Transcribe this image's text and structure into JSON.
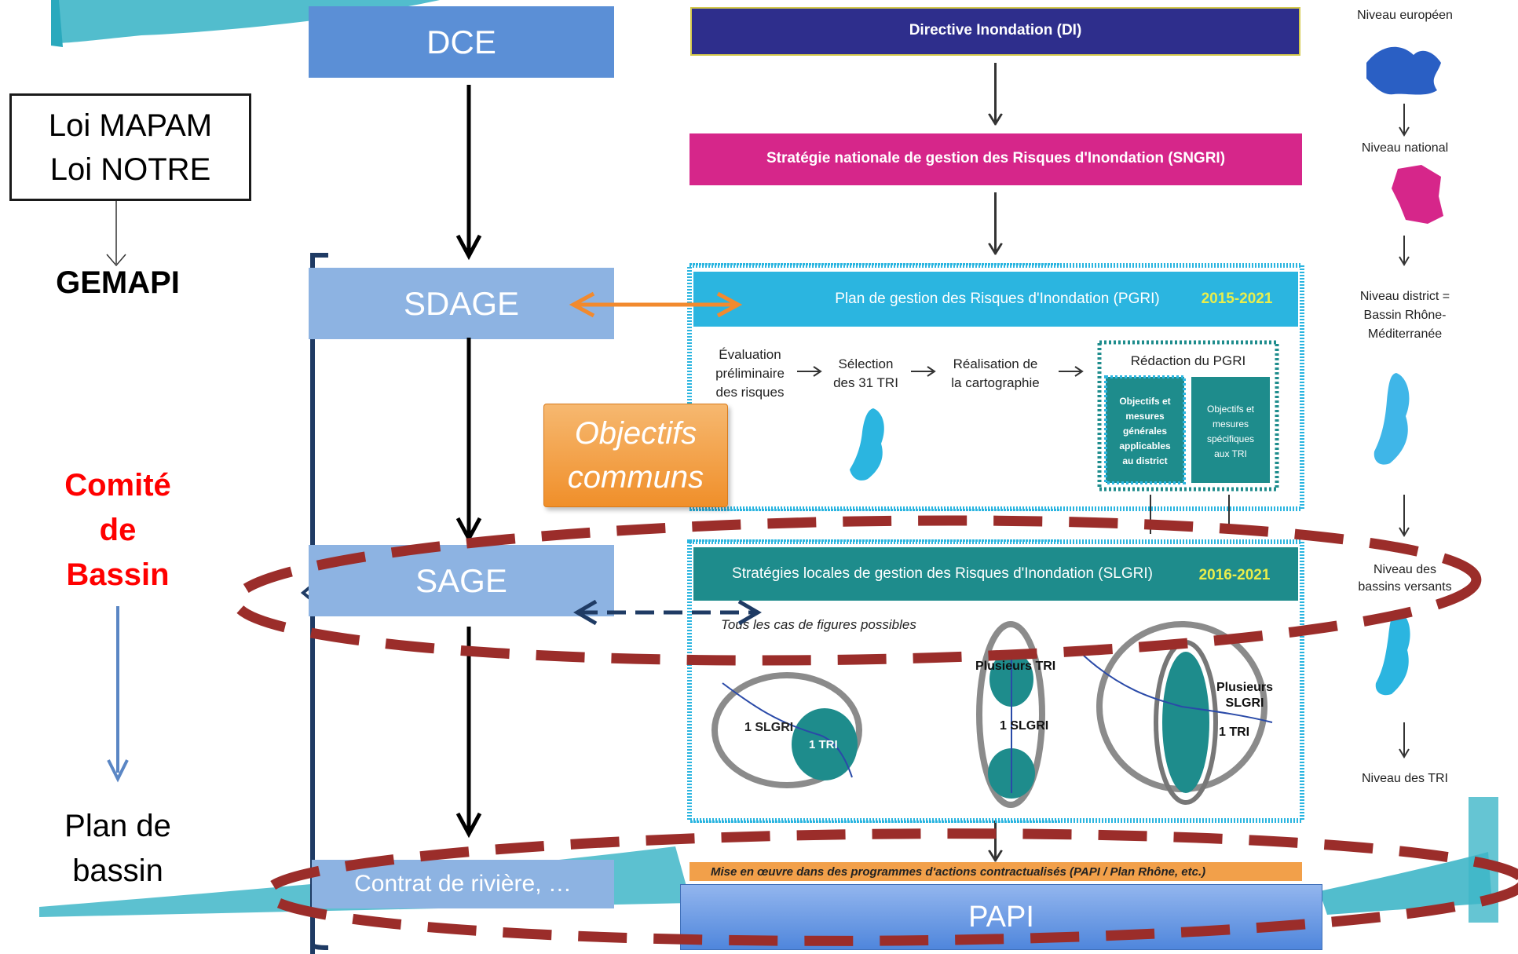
{
  "left": {
    "loi_box": [
      "Loi MAPAM",
      "Loi NOTRE"
    ],
    "gemapi": "GEMAPI",
    "comite": [
      "Comité",
      "de",
      "Bassin"
    ],
    "plan": [
      "Plan de",
      "bassin"
    ]
  },
  "center": {
    "dce": "DCE",
    "sdage": "SDAGE",
    "sage": "SAGE",
    "contrat": "Contrat de rivière, …",
    "objectifs": [
      "Objectifs",
      "communs"
    ],
    "papi": "PAPI"
  },
  "figure": {
    "di": "Directive Inondation (DI)",
    "sngri": "Stratégie nationale de gestion des Risques d'Inondation (SNGRI)",
    "pgri": "Plan de gestion des Risques d'Inondation (PGRI)",
    "pgri_years": "2015-2021",
    "step1": [
      "Évaluation",
      "préliminaire",
      "des risques"
    ],
    "step2": [
      "Sélection",
      "des 31 TRI"
    ],
    "step3": [
      "Réalisation de",
      "la cartographie"
    ],
    "redaction": "Rédaction du PGRI",
    "obj_gen": [
      "Objectifs et",
      "mesures",
      "générales",
      "applicables",
      "au district"
    ],
    "obj_spec": [
      "Objectifs et",
      "mesures",
      "spécifiques",
      "aux TRI"
    ],
    "slgri": "Stratégies locales de gestion des Risques d'Inondation (SLGRI)",
    "slgri_years": "2016-2021",
    "cas": "Tous les cas de figures possibles",
    "case1": [
      "1 SLGRI",
      "1 TRI"
    ],
    "case2": [
      "Plusieurs TRI",
      "1 SLGRI"
    ],
    "case3": [
      "Plusieurs",
      "SLGRI",
      "1 TRI"
    ],
    "bottom_bar": "Mise en œuvre dans des programmes d'actions contractualisés (PAPI / Plan Rhône, etc.)"
  },
  "levels": {
    "europe": "Niveau européen",
    "national": "Niveau national",
    "district": [
      "Niveau district =",
      "Bassin Rhône-",
      "Méditerranée"
    ],
    "bassins": [
      "Niveau des",
      "bassins versants"
    ],
    "tri": "Niveau des TRI"
  },
  "colors": {
    "dce_blue": "#5b8fd6",
    "sdage_blue": "#8db3e2",
    "di_navy": "#2e2e8c",
    "sngri_magenta": "#d6268a",
    "pgri_cyan": "#2bb5e0",
    "slgri_teal": "#1e8c8c",
    "red_dash": "#9b2d2a",
    "orange": "#f2a04a",
    "comite_red": "#ff0000"
  }
}
